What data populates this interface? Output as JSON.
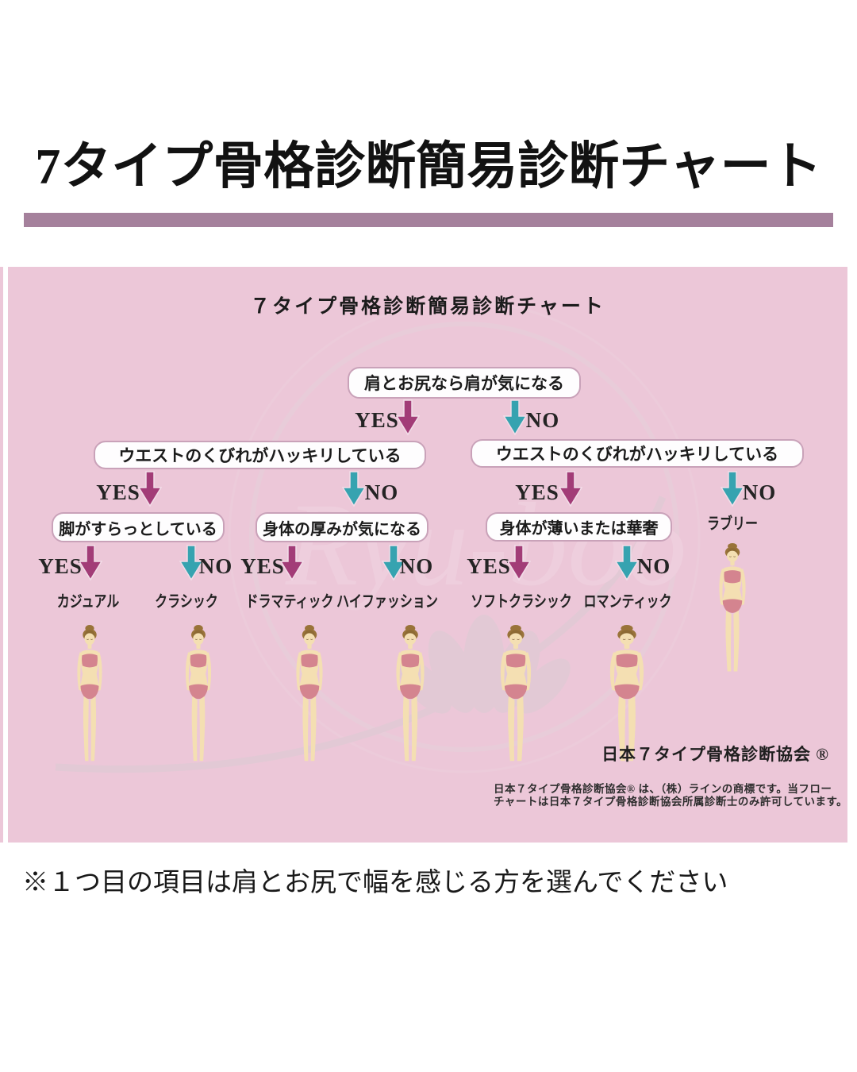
{
  "header": {
    "title": "7タイプ骨格診断簡易診断チャート"
  },
  "chart": {
    "title": "７タイプ骨格診断簡易診断チャート",
    "yes": "YES",
    "no": "NO",
    "questions": {
      "q1": "肩とお尻なら肩が気になる",
      "q2_left": "ウエストのくびれがハッキリしている",
      "q2_right": "ウエストのくびれがハッキリしている",
      "q3_left": "脚がすらっとしている",
      "q3_mid": "身体の厚みが気になる",
      "q3_right": "身体が薄いまたは華奢"
    },
    "results": [
      "カジュアル",
      "クラシック",
      "ドラマティック",
      "ハイファッション",
      "ソフトクラシック",
      "ロマンティック",
      "ラブリー"
    ],
    "credit": "日本７タイプ骨格診断協会 ®",
    "disclaimer": [
      "日本７タイプ骨格診断協会® は、（株）ラインの商標です。当フロー",
      "チャートは日本７タイプ骨格診断協会所属診断士のみ許可しています。"
    ],
    "watermark": "Ryu-boo",
    "colors": {
      "yes_arrow": "#a23c77",
      "no_arrow": "#36a3b0",
      "panel_bg": "#ecc7d8",
      "underline_bar": "#a5819c"
    }
  },
  "footer": {
    "note": "※１つ目の項目は肩とお尻で幅を感じる方を選んでください"
  }
}
